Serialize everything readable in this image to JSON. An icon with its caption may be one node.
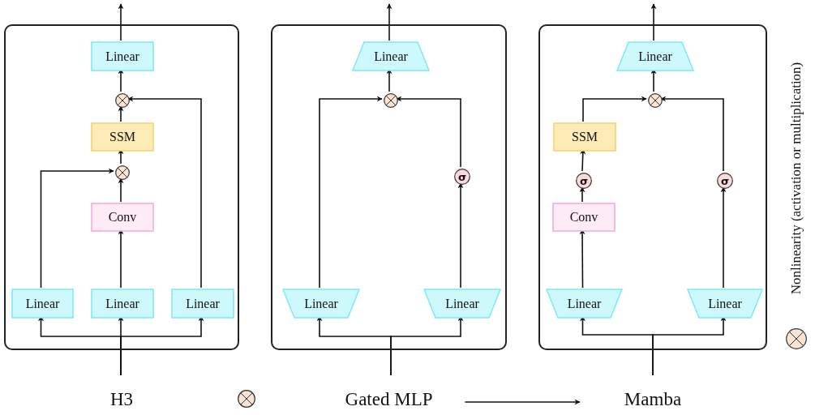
{
  "diagram": {
    "nodes": [
      {
        "text": [
          "H3"
        ]
      },
      {
        "text": [
          "Linear"
        ],
        "in": 0
      },
      {
        "text": [],
        "shape": "circle",
        "in": 0
      },
      {
        "text": [
          "SSM"
        ],
        "in": 0
      },
      {
        "text": [],
        "shape": "circle",
        "in": 0
      },
      {
        "text": [
          "Conv"
        ],
        "in": 0
      },
      {
        "text": [
          "Linear"
        ],
        "in": 0
      },
      {
        "text": [
          "Linear"
        ],
        "in": 0
      },
      {
        "text": [
          "Linear"
        ],
        "in": 0
      },
      {
        "text": [],
        "shape": "circle"
      },
      {
        "text": [
          "Gated MLP"
        ]
      },
      {
        "text": [
          "Linear"
        ],
        "in": 10
      },
      {
        "text": [],
        "shape": "circle",
        "in": 10
      },
      {
        "text": [
          "σ"
        ],
        "in": 10
      },
      {
        "text": [
          "Linear"
        ],
        "in": 10
      },
      {
        "text": [
          "Linear"
        ],
        "in": 10
      },
      {
        "text": [
          "Mamba"
        ]
      },
      {
        "text": [
          "Linear"
        ],
        "in": 16
      },
      {
        "text": [],
        "shape": "circle",
        "in": 16
      },
      {
        "text": [
          "SSM"
        ],
        "in": 16
      },
      {
        "text": [
          "σ"
        ],
        "in": 16
      },
      {
        "text": [
          "Conv"
        ],
        "in": 16
      },
      {
        "text": [
          "σ"
        ],
        "in": 16
      },
      {
        "text": [
          "Linear"
        ],
        "in": 16
      },
      {
        "text": [
          "Linear"
        ],
        "in": 16
      }
    ],
    "edges": [
      {
        "from": 1,
        "to": null,
        "arrow": "to"
      },
      {
        "from": 2,
        "to": 1,
        "arrow": "to"
      },
      {
        "from": 3,
        "to": 2,
        "arrow": "to"
      },
      {
        "from": 4,
        "to": 3,
        "arrow": "to"
      },
      {
        "from": 5,
        "to": 4,
        "arrow": "to"
      },
      {
        "from": 7,
        "to": 5,
        "arrow": "to"
      },
      {
        "from": 6,
        "to": 4,
        "arrow": "to"
      },
      {
        "from": 8,
        "to": 2,
        "arrow": "to"
      },
      {
        "from": null,
        "to": 6,
        "arrow": "to"
      },
      {
        "from": null,
        "to": 7,
        "arrow": "to"
      },
      {
        "from": null,
        "to": 8,
        "arrow": "to"
      },
      {
        "from": 11,
        "to": null,
        "arrow": "to"
      },
      {
        "from": 12,
        "to": 11,
        "arrow": "to"
      },
      {
        "from": 14,
        "to": 12,
        "arrow": "to"
      },
      {
        "from": 15,
        "to": 13,
        "arrow": "to"
      },
      {
        "from": 13,
        "to": 12,
        "arrow": "to"
      },
      {
        "from": null,
        "to": 14,
        "arrow": "to"
      },
      {
        "from": null,
        "to": 15,
        "arrow": "to"
      },
      {
        "from": 17,
        "to": null,
        "arrow": "to"
      },
      {
        "from": 18,
        "to": 17,
        "arrow": "to"
      },
      {
        "from": 19,
        "to": 18,
        "arrow": "to"
      },
      {
        "from": 20,
        "to": 19,
        "arrow": "to"
      },
      {
        "from": 21,
        "to": 20,
        "arrow": "to"
      },
      {
        "from": 23,
        "to": 21,
        "arrow": "to"
      },
      {
        "from": 24,
        "to": 22,
        "arrow": "to"
      },
      {
        "from": 22,
        "to": 18,
        "arrow": "to"
      },
      {
        "from": null,
        "to": 23,
        "arrow": "to"
      },
      {
        "from": null,
        "to": 24,
        "arrow": "to"
      },
      {
        "from": 10,
        "to": 16,
        "arrow": "to"
      }
    ],
    "legend": [
      {
        "text": "Nonlinearity (activation or multiplication)"
      }
    ]
  }
}
